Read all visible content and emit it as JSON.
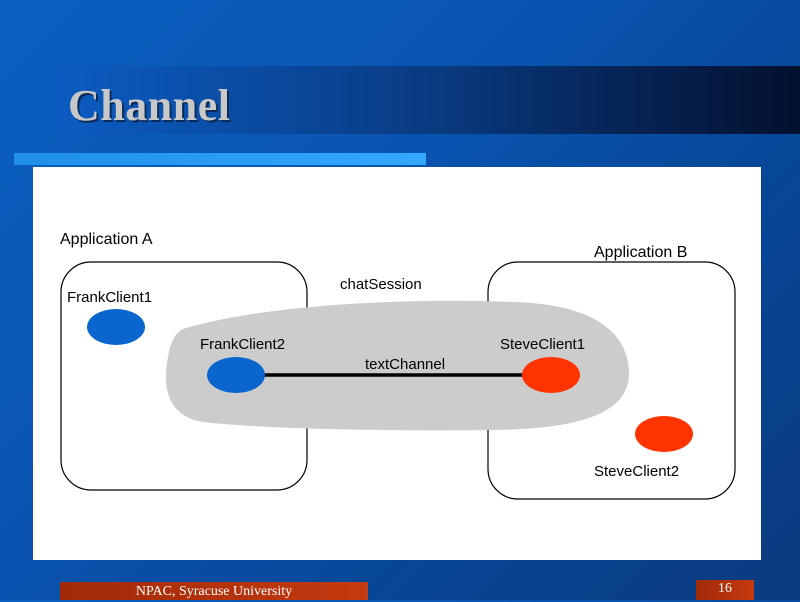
{
  "slide": {
    "title": "Channel",
    "footer": "NPAC, Syracuse University",
    "page_number": "16"
  },
  "diagram": {
    "app_a_label": "Application A",
    "app_b_label": "Application B",
    "session_label": "chatSession",
    "channel_label": "textChannel",
    "frank_client1": "FrankClient1",
    "frank_client2": "FrankClient2",
    "steve_client1": "SteveClient1",
    "steve_client2": "SteveClient2"
  },
  "colors": {
    "frank_client": "#0a66cc",
    "steve_client": "#ff3300",
    "session_fill": "#cccccc"
  }
}
